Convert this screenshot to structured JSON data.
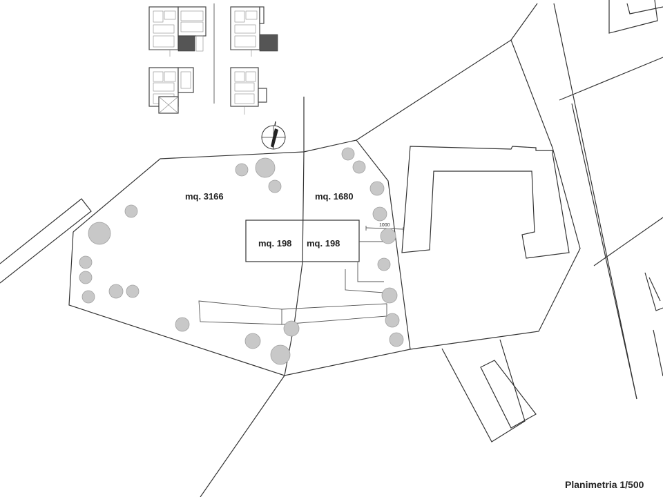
{
  "plan": {
    "title": "Planimetria 1/500",
    "areas": {
      "parcel_west": "mq. 3166",
      "parcel_east": "mq. 1680",
      "house_west": "mq. 198",
      "house_east": "mq. 198"
    },
    "dimension": "1000"
  },
  "colors": {
    "line": "#333333",
    "tree_fill": "#c8c8c8"
  },
  "icons": [
    "north-arrow-icon"
  ]
}
